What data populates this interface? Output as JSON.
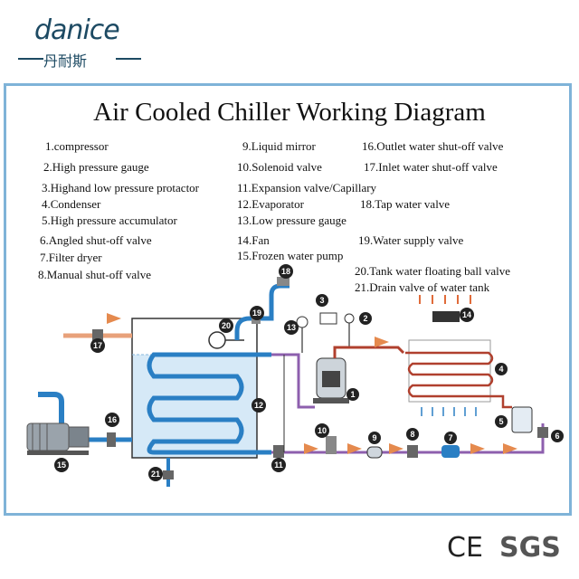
{
  "brand": {
    "wordmark": "danice",
    "chinese": "丹耐斯"
  },
  "title": "Air Cooled Chiller Working Diagram",
  "legend": [
    "1.compressor",
    "2.High pressure gauge",
    "3.Highand low pressure protactor",
    "4.Condenser",
    "5.High pressure accumulator",
    "6.Angled shut-off valve",
    "7.Filter dryer",
    "8.Manual shut-off valve",
    "9.Liquid mirror",
    "10.Solenoid valve",
    "11.Expansion valve/Capillary",
    "12.Evaporator",
    "13.Low pressure gauge",
    "14.Fan",
    "15.Frozen water pump",
    "16.Outlet water shut-off valve",
    "17.Inlet water shut-off valve",
    "18.Tap water valve",
    "19.Water supply valve",
    "20.Tank water floating ball valve",
    "21.Drain valve of water tank"
  ],
  "markers": [
    "1",
    "2",
    "3",
    "4",
    "5",
    "6",
    "7",
    "8",
    "9",
    "10",
    "11",
    "12",
    "13",
    "14",
    "15",
    "16",
    "17",
    "18",
    "19",
    "20",
    "21"
  ],
  "footer": {
    "ce": "CE",
    "sgs": "SGS"
  },
  "colors": {
    "pipe_blue": "#2a7fc4",
    "refrigerant": "#8d5fae",
    "hot_line": "#b0402e",
    "tank_water": "#d6e9f7",
    "frame": "#7fb3d8"
  }
}
